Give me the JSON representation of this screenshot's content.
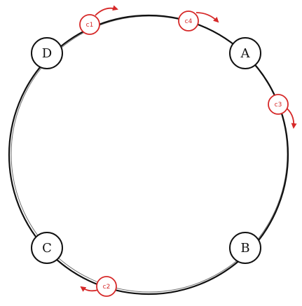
{
  "colors": {
    "ring": "#111111",
    "node_stroke": "#111111",
    "node_fill": "#ffffff",
    "client_stroke": "#d62828",
    "client_fill": "#ffffff",
    "arrow": "#d62828"
  },
  "nodes": [
    {
      "id": "A",
      "label": "A"
    },
    {
      "id": "B",
      "label": "B"
    },
    {
      "id": "C",
      "label": "C"
    },
    {
      "id": "D",
      "label": "D"
    }
  ],
  "clients": [
    {
      "id": "c1",
      "label": "c1"
    },
    {
      "id": "c4",
      "label": "c4"
    },
    {
      "id": "c3",
      "label": "c3"
    },
    {
      "id": "c2",
      "label": "c2"
    }
  ]
}
